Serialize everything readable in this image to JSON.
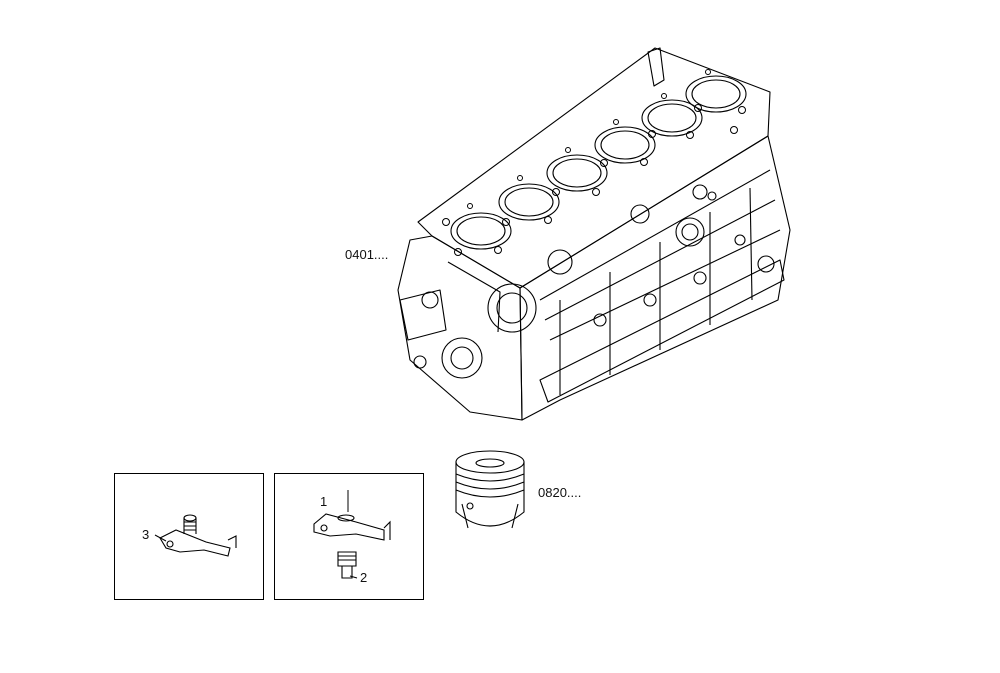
{
  "labels": {
    "engine_block_ref": "0401....",
    "piston_ref": "0820....",
    "callout_1": "1",
    "callout_2": "2",
    "callout_3": "3"
  },
  "colors": {
    "line": "#000000",
    "background": "#ffffff"
  }
}
